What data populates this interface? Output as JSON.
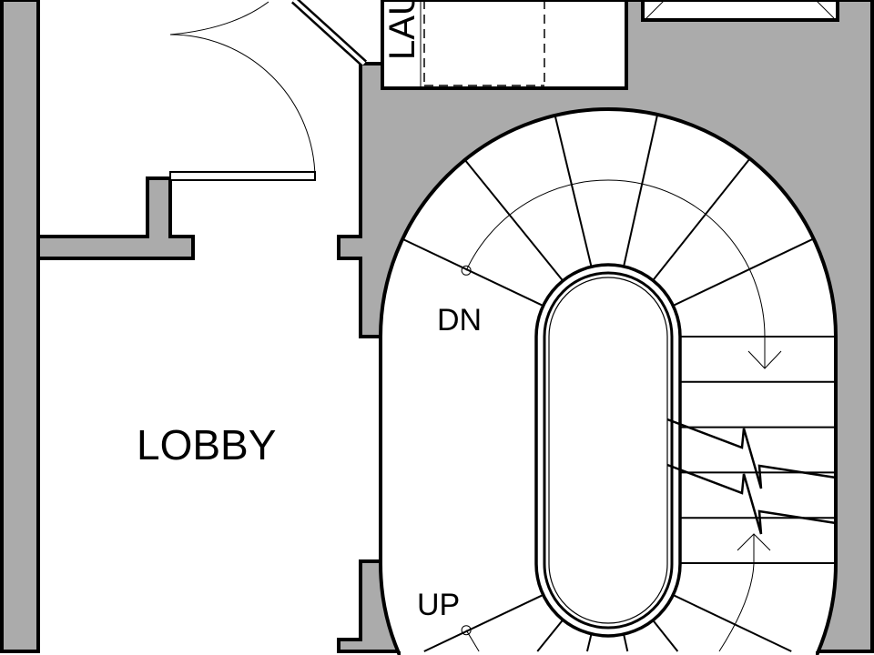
{
  "plan": {
    "rooms": {
      "lobby": "LOBBY",
      "laundry_partial": "LAU"
    },
    "stair_labels": {
      "down": "DN",
      "up": "UP"
    },
    "colors": {
      "wall_fill": "#ababab",
      "line": "#000000",
      "floor": "#ffffff"
    }
  }
}
